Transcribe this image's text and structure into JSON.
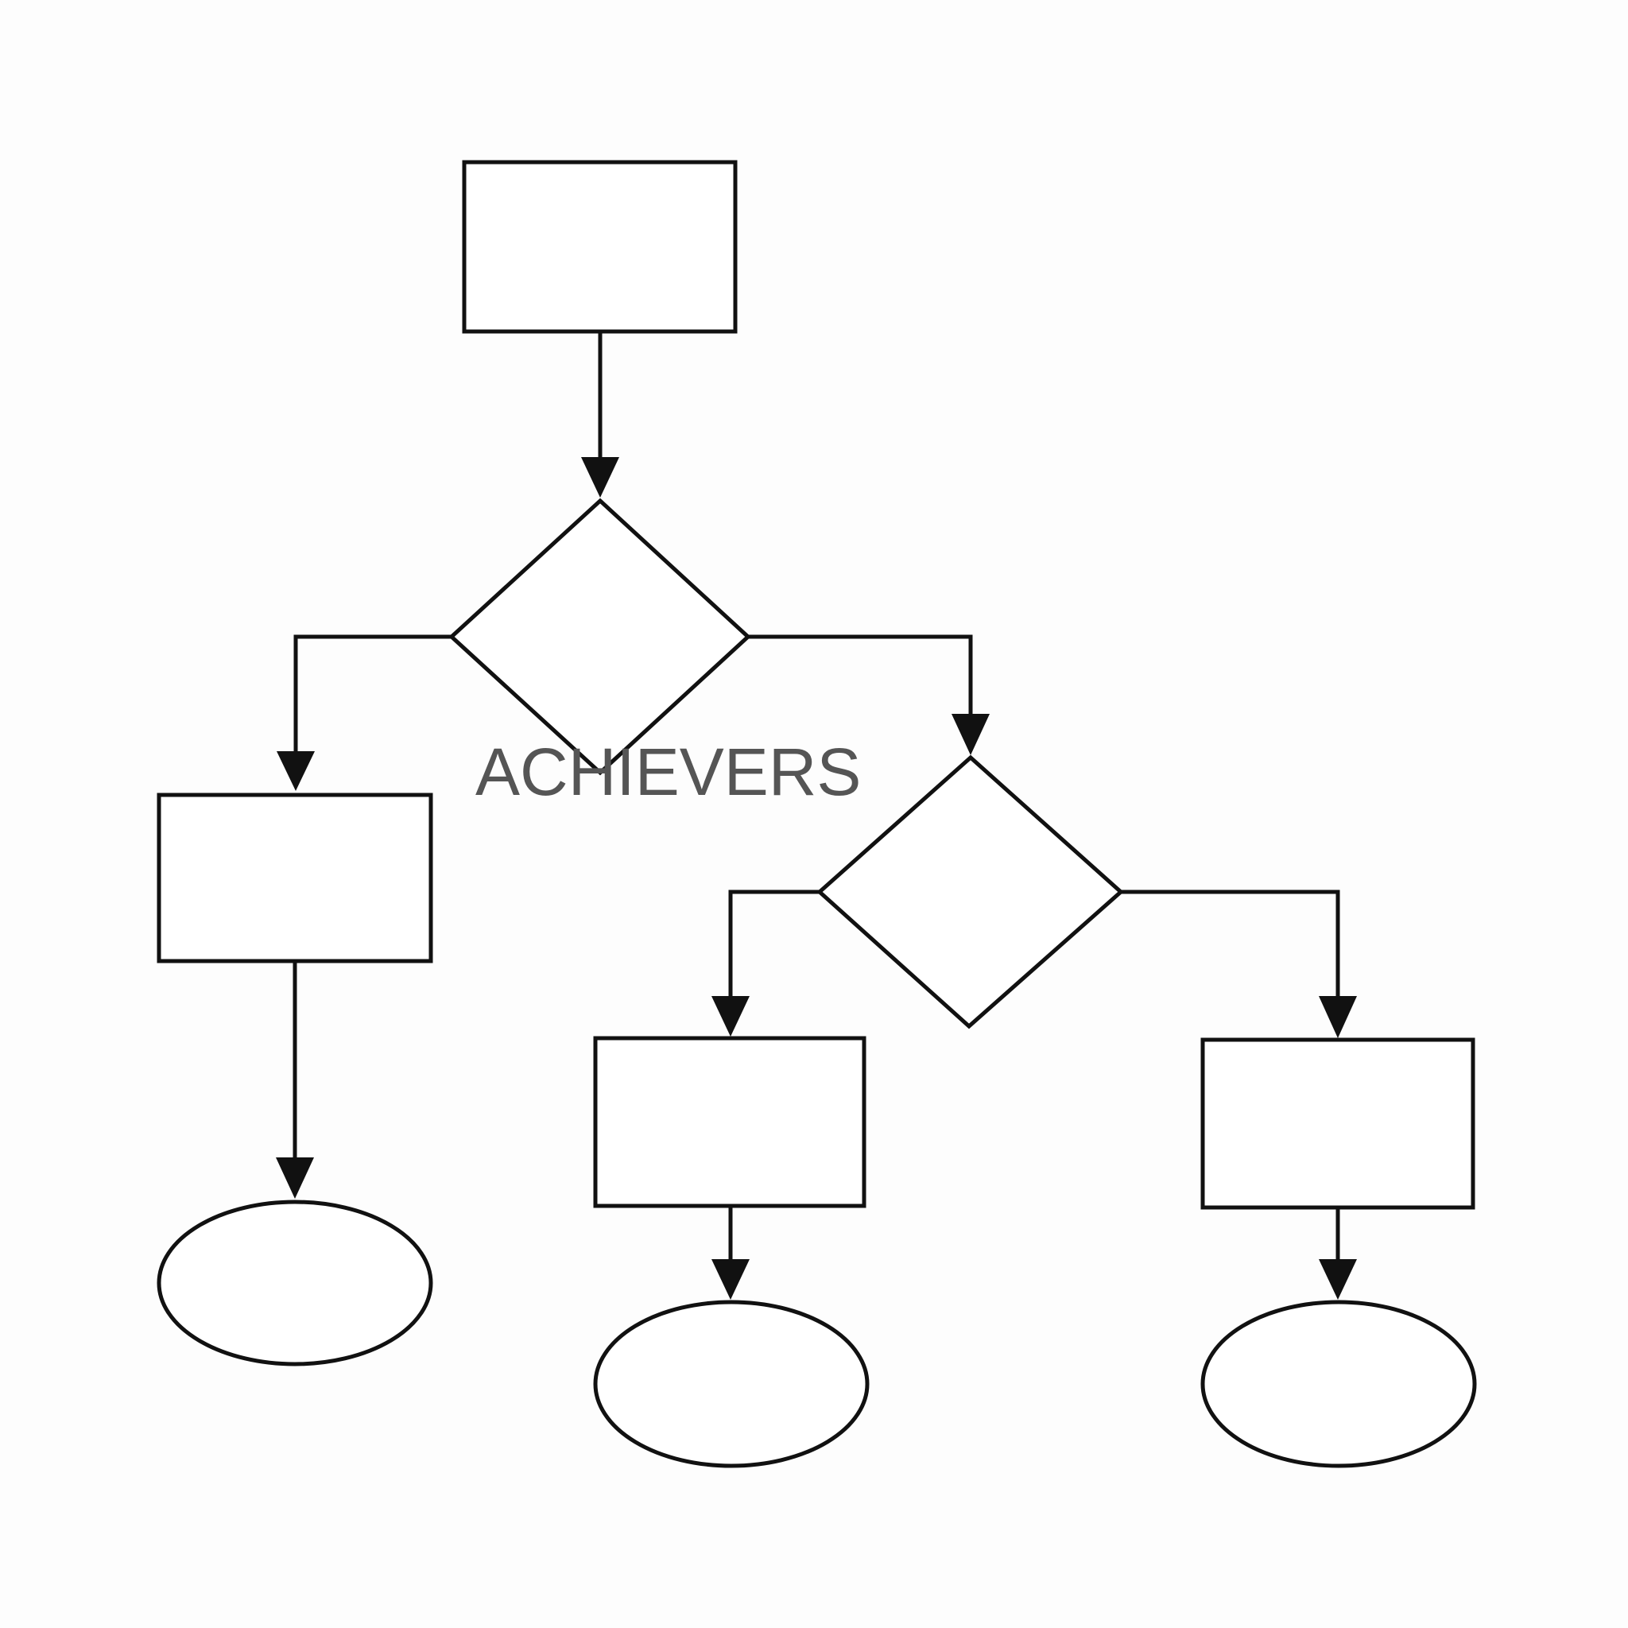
{
  "diagram": {
    "type": "flowchart",
    "label": "ACHIEVERS",
    "colors": {
      "background": "#fdfdfd",
      "stroke": "#111111",
      "label": "#555555",
      "fill": "#ffffff"
    },
    "nodes": [
      {
        "id": "start-process",
        "shape": "rectangle",
        "text": ""
      },
      {
        "id": "decision-1",
        "shape": "diamond",
        "text": ""
      },
      {
        "id": "left-process",
        "shape": "rectangle",
        "text": ""
      },
      {
        "id": "decision-2",
        "shape": "diamond",
        "text": ""
      },
      {
        "id": "middle-process",
        "shape": "rectangle",
        "text": ""
      },
      {
        "id": "right-process",
        "shape": "rectangle",
        "text": ""
      },
      {
        "id": "left-terminal",
        "shape": "ellipse",
        "text": ""
      },
      {
        "id": "middle-terminal",
        "shape": "ellipse",
        "text": ""
      },
      {
        "id": "right-terminal",
        "shape": "ellipse",
        "text": ""
      }
    ],
    "edges": [
      {
        "from": "start-process",
        "to": "decision-1"
      },
      {
        "from": "decision-1",
        "to": "left-process"
      },
      {
        "from": "decision-1",
        "to": "decision-2"
      },
      {
        "from": "left-process",
        "to": "left-terminal"
      },
      {
        "from": "decision-2",
        "to": "middle-process"
      },
      {
        "from": "decision-2",
        "to": "right-process"
      },
      {
        "from": "middle-process",
        "to": "middle-terminal"
      },
      {
        "from": "right-process",
        "to": "right-terminal"
      }
    ]
  }
}
